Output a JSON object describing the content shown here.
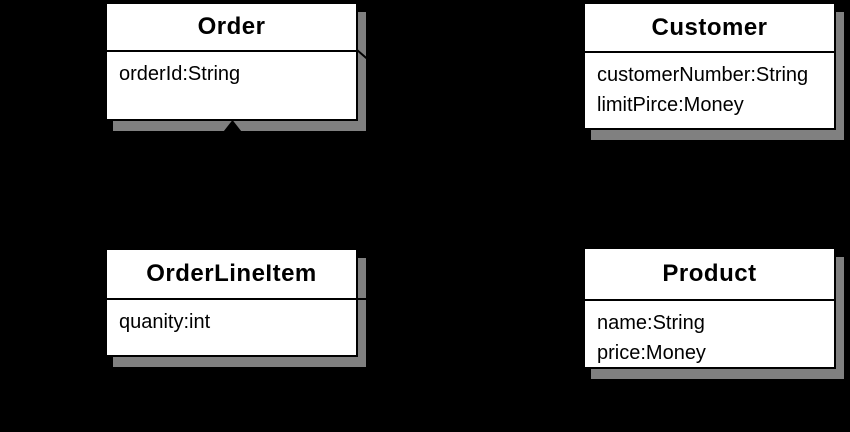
{
  "diagram": {
    "kind": "uml-class-diagram",
    "colors": {
      "background": "#000000",
      "box_fill": "#ffffff",
      "box_border": "#000000",
      "shadow": "#808080",
      "connector": "#000000"
    },
    "classes": [
      {
        "name": "Order",
        "attributes": [
          "orderId:String"
        ]
      },
      {
        "name": "Customer",
        "attributes": [
          "customerNumber:String",
          "limitPirce:Money"
        ]
      },
      {
        "name": "OrderLineItem",
        "attributes": [
          "quanity:int"
        ]
      },
      {
        "name": "Product",
        "attributes": [
          "name:String",
          "price:Money"
        ]
      }
    ],
    "relationships": [
      {
        "from": "Order",
        "to": "OrderLineItem",
        "type": "composition"
      },
      {
        "from": "Order",
        "to": "Product",
        "type": "association"
      },
      {
        "from": "OrderLineItem",
        "to": "Product",
        "type": "association"
      }
    ]
  }
}
